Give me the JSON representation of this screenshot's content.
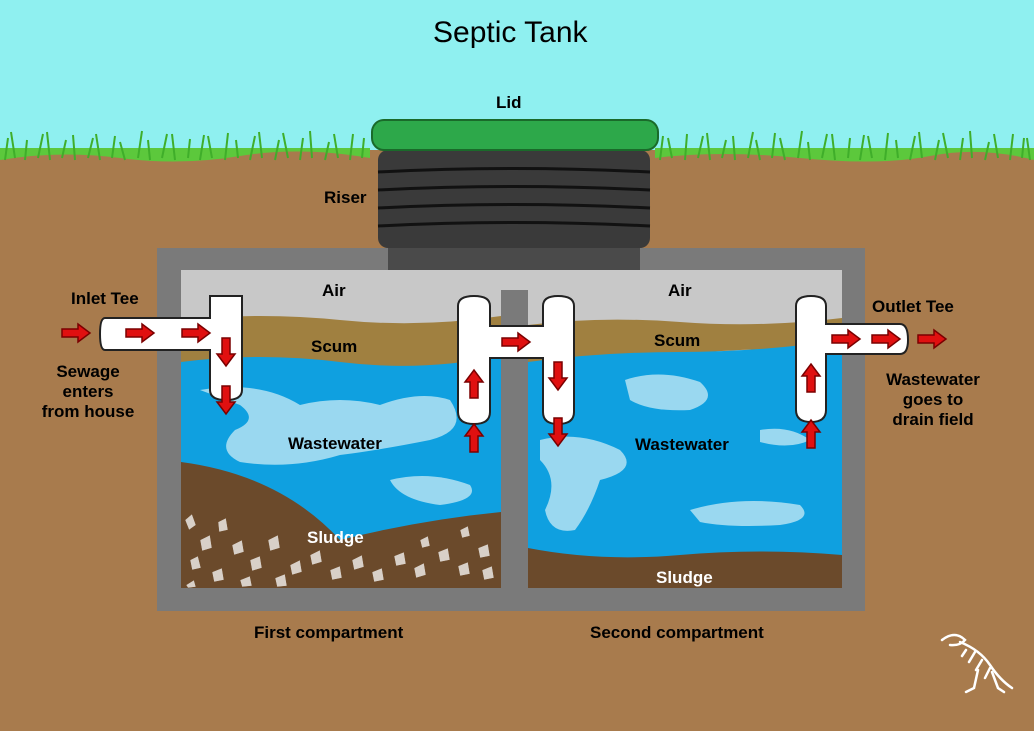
{
  "title": "Septic Tank",
  "labels": {
    "lid": "Lid",
    "riser": "Riser",
    "inlet_tee": "Inlet Tee",
    "sewage_enters": "Sewage\nenters\nfrom house",
    "outlet_tee": "Outlet Tee",
    "wastewater_goes": "Wastewater\ngoes to\ndrain field",
    "air_1": "Air",
    "air_2": "Air",
    "scum_1": "Scum",
    "scum_2": "Scum",
    "wastewater_1": "Wastewater",
    "wastewater_2": "Wastewater",
    "sludge_1": "Sludge",
    "sludge_2": "Sludge",
    "first_compartment": "First compartment",
    "second_compartment": "Second compartment"
  },
  "colors": {
    "sky": "#8ff0f0",
    "soil": "#a87b4d",
    "grass": "#5cc83c",
    "lid": "#2da84a",
    "riser": "#3a3a3a",
    "tank_wall": "#7a7a7a",
    "air": "#c8c8c8",
    "scum": "#a08040",
    "wastewater": "#0fa0e0",
    "wastewater_light": "#9ad8f0",
    "sludge": "#6b4a2b",
    "arrow": "#e01010",
    "pipe": "#ffffff"
  },
  "icons": [
    "flow-arrow-icon",
    "dinosaur-skeleton-icon"
  ]
}
